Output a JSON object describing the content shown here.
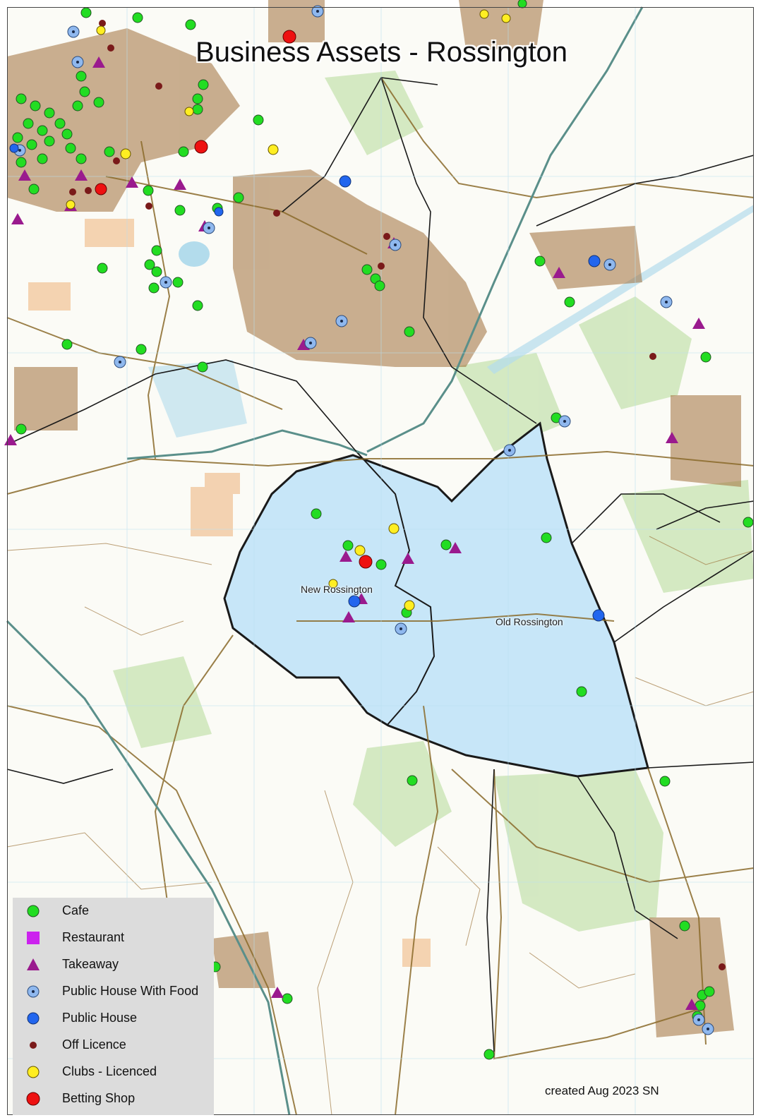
{
  "map": {
    "title": "Business Assets - Rossington",
    "credit": "created Aug 2023 SN",
    "place_labels": [
      {
        "id": "new-rossington",
        "text": "New Rossington"
      },
      {
        "id": "old-rossington",
        "text": "Old Rossington"
      }
    ],
    "colors": {
      "background": "#fbfbf6",
      "fields": "#d9ecc9",
      "woodland": "#c9e3b6",
      "urban": "#8a5a2b",
      "study_area": "#c7e6f8",
      "boundary": "#1a1a1a",
      "road": "#8a6a2a",
      "motorway": "#5a8f8a",
      "water": "#a8d5e8",
      "industrial": "#f2c8a0"
    }
  },
  "legend": {
    "items": [
      {
        "key": "cafe",
        "label": "Cafe",
        "symbol": "circle",
        "color": "#22dd22"
      },
      {
        "key": "restaurant",
        "label": "Restaurant",
        "symbol": "square",
        "color": "#cc22ee"
      },
      {
        "key": "takeaway",
        "label": "Takeaway",
        "symbol": "triangle",
        "color": "#9a1a8e"
      },
      {
        "key": "pub_food",
        "label": "Public House With Food",
        "symbol": "dotted-circle",
        "color": "#8fb8ee"
      },
      {
        "key": "pub",
        "label": "Public House",
        "symbol": "circle",
        "color": "#2266ee"
      },
      {
        "key": "off_licence",
        "label": "Off Licence",
        "symbol": "small-circle",
        "color": "#7a1a1a"
      },
      {
        "key": "clubs",
        "label": "Clubs - Licenced",
        "symbol": "circle",
        "color": "#ffee22"
      },
      {
        "key": "betting",
        "label": "Betting Shop",
        "symbol": "circle",
        "color": "#ee1111"
      }
    ]
  }
}
